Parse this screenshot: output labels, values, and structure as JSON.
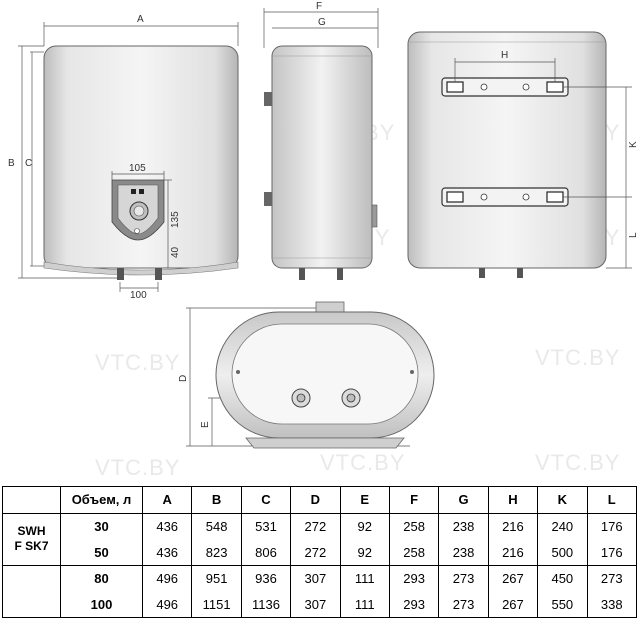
{
  "watermark": "VTC.BY",
  "dimension_labels": {
    "A": "A",
    "B": "B",
    "C": "C",
    "D": "D",
    "E": "E",
    "F": "F",
    "G": "G",
    "H": "H",
    "K": "K",
    "L": "L",
    "w105": "105",
    "h135": "135",
    "h40": "40",
    "w100": "100"
  },
  "table": {
    "model_line1": "SWH",
    "model_line2": "F SK7",
    "volume_header": "Объем, л",
    "columns": [
      "A",
      "B",
      "C",
      "D",
      "E",
      "F",
      "G",
      "H",
      "K",
      "L"
    ],
    "rows": [
      {
        "volume": "30",
        "values": [
          "436",
          "548",
          "531",
          "272",
          "92",
          "258",
          "238",
          "216",
          "240",
          "176"
        ]
      },
      {
        "volume": "50",
        "values": [
          "436",
          "823",
          "806",
          "272",
          "92",
          "258",
          "238",
          "216",
          "500",
          "176"
        ]
      },
      {
        "volume": "80",
        "values": [
          "496",
          "951",
          "936",
          "307",
          "111",
          "293",
          "273",
          "267",
          "450",
          "273"
        ]
      },
      {
        "volume": "100",
        "values": [
          "496",
          "1151",
          "1136",
          "307",
          "111",
          "293",
          "273",
          "267",
          "550",
          "338"
        ]
      }
    ]
  }
}
